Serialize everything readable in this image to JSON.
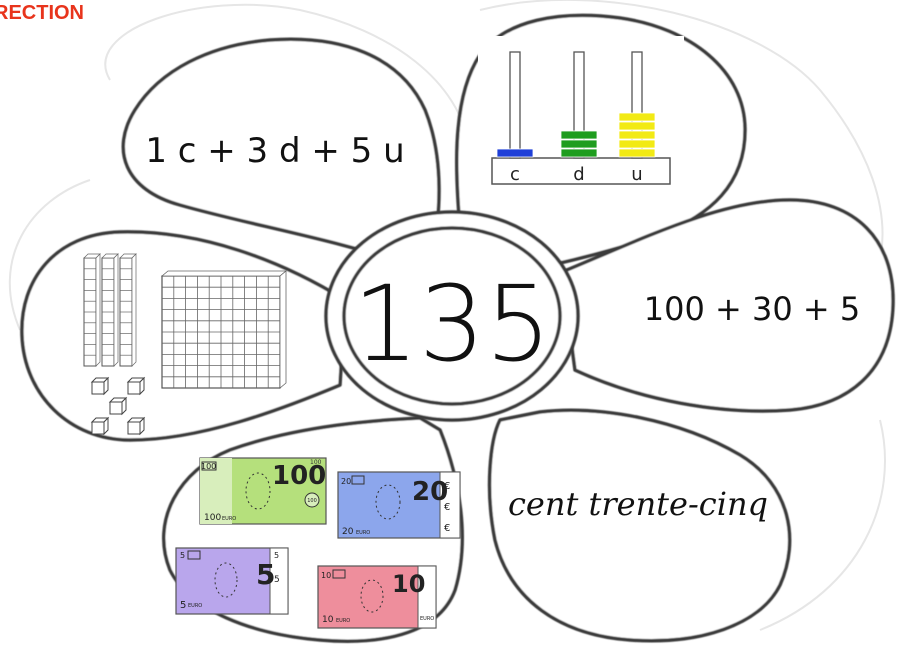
{
  "header": {
    "label": "RECTION"
  },
  "center": {
    "number": "135"
  },
  "petals": {
    "top_left": {
      "expression": "1 c + 3 d + 5 u"
    },
    "right": {
      "expression": "100 + 30 + 5"
    },
    "bottom_right": {
      "words": "cent trente-cinq"
    }
  },
  "abacus": {
    "labels": [
      "c",
      "d",
      "u"
    ],
    "beads": [
      1,
      3,
      5
    ],
    "colors": [
      "#1f3fd8",
      "#1f9d1f",
      "#f2ea14"
    ]
  },
  "blocks": {
    "hundreds": 1,
    "tens": 3,
    "units": 5
  },
  "money": {
    "note_100": {
      "value": "100",
      "corner": "100",
      "small": "100",
      "seal": "100",
      "tag": "EURO"
    },
    "note_20": {
      "value": "20",
      "corner": "20",
      "small": "20",
      "tag": "EURO"
    },
    "note_10": {
      "value": "10",
      "corner": "10",
      "small": "10",
      "tag": "EURO"
    },
    "note_5": {
      "value": "5",
      "corner": "5",
      "small": "5",
      "side": "5",
      "tag": "EURO"
    },
    "euro_symbol": "€",
    "colors": {
      "note_100": "#b5e07c",
      "note_20": "#8ca6ec",
      "note_10": "#ee8e9c",
      "note_5": "#b9a6ec"
    }
  }
}
